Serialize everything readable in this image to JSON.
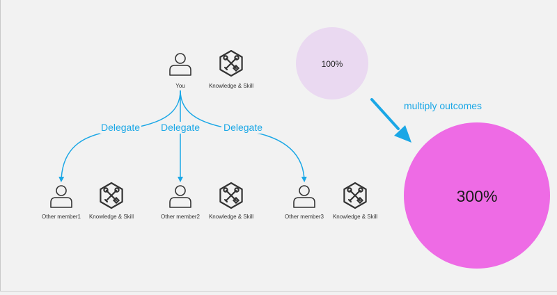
{
  "you": {
    "label": "You"
  },
  "skill": {
    "label": "Knowledge & Skill"
  },
  "delegate": {
    "label": "Delegate"
  },
  "members": [
    {
      "label": "Other member1"
    },
    {
      "label": "Other member2"
    },
    {
      "label": "Other member3"
    }
  ],
  "outcome": {
    "small_value": "100%",
    "large_value": "300%",
    "arrow_label": "multiply outcomes"
  },
  "colors": {
    "accent": "#1aa7e6",
    "small_circle": "#ead9f1",
    "large_circle": "#ee6be5",
    "icon": "#333333"
  },
  "icons": [
    "person-icon",
    "skill-tools-icon"
  ]
}
